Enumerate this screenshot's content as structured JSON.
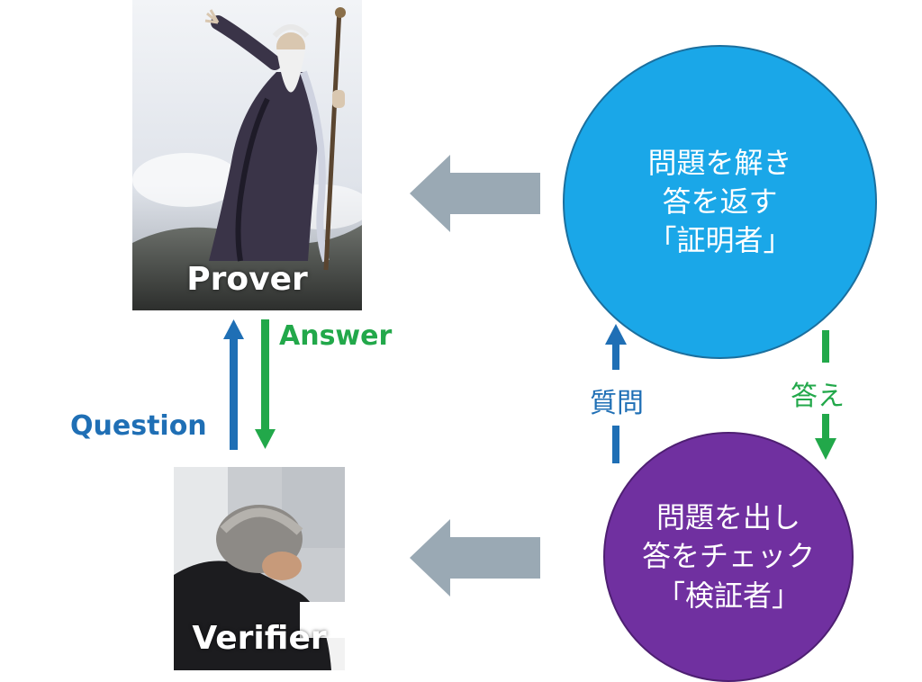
{
  "prover": {
    "label": "Prover"
  },
  "verifier": {
    "label": "Verifier"
  },
  "left_arrows": {
    "question": "Question",
    "answer": "Answer"
  },
  "prover_circle": {
    "line1": "問題を解き",
    "line2": "答を返す",
    "line3": "「証明者」",
    "color": "#1aa7e8"
  },
  "verifier_circle": {
    "line1": "問題を出し",
    "line2": "答をチェック",
    "line3": "「検証者」",
    "color": "#7030a0"
  },
  "right_arrows": {
    "question": "質問",
    "answer": "答え"
  },
  "colors": {
    "blue": "#1f6fb5",
    "green": "#22a84a",
    "gray_arrow": "#9aa9b4"
  }
}
